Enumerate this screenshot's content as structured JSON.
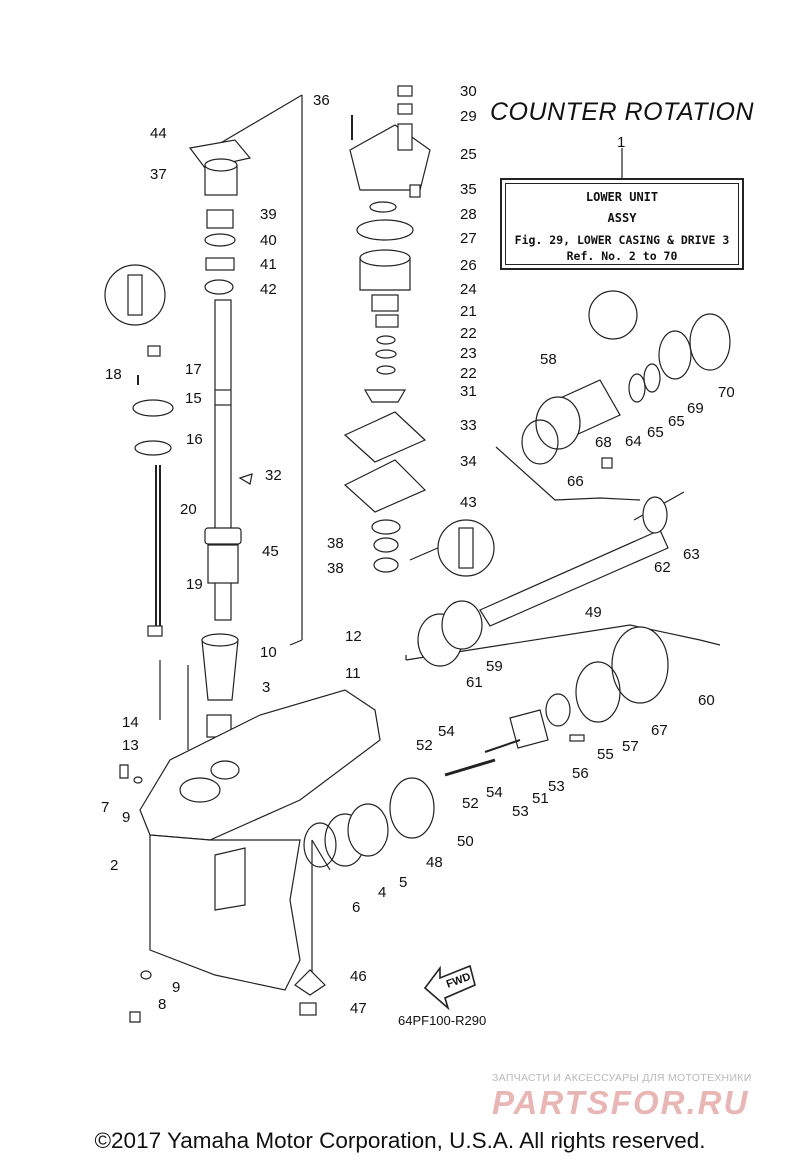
{
  "diagram": {
    "heading": "COUNTER  ROTATION",
    "ref_box": {
      "line1": "LOWER UNIT",
      "line2": "ASSY",
      "line3": "Fig. 29, LOWER CASING & DRIVE 3",
      "line4": "Ref. No. 2 to 70"
    },
    "diagram_code": "64PF100-R290",
    "fwd_label": "FWD",
    "callouts": [
      "1",
      "2",
      "3",
      "4",
      "5",
      "6",
      "7",
      "8",
      "9",
      "9",
      "10",
      "11",
      "12",
      "13",
      "14",
      "15",
      "16",
      "17",
      "18",
      "19",
      "20",
      "21",
      "22",
      "22",
      "23",
      "24",
      "25",
      "26",
      "27",
      "28",
      "29",
      "30",
      "31",
      "32",
      "33",
      "34",
      "35",
      "36",
      "37",
      "38",
      "38",
      "39",
      "40",
      "41",
      "42",
      "43",
      "44",
      "45",
      "46",
      "47",
      "48",
      "49",
      "50",
      "51",
      "52",
      "52",
      "53",
      "53",
      "54",
      "54",
      "55",
      "56",
      "57",
      "58",
      "59",
      "60",
      "61",
      "62",
      "63",
      "64",
      "65",
      "65",
      "66",
      "67",
      "68",
      "69",
      "70"
    ]
  },
  "watermark": {
    "small": "ЗАПЧАСТИ И АКСЕССУАРЫ ДЛЯ МОТОТЕХНИКИ",
    "big": "PARTSFOR.RU"
  },
  "footer": {
    "copyright": "©2017 Yamaha Motor Corporation, U.S.A. All rights reserved."
  },
  "colors": {
    "line": "#222222",
    "watermark": "#e9b6b6"
  }
}
